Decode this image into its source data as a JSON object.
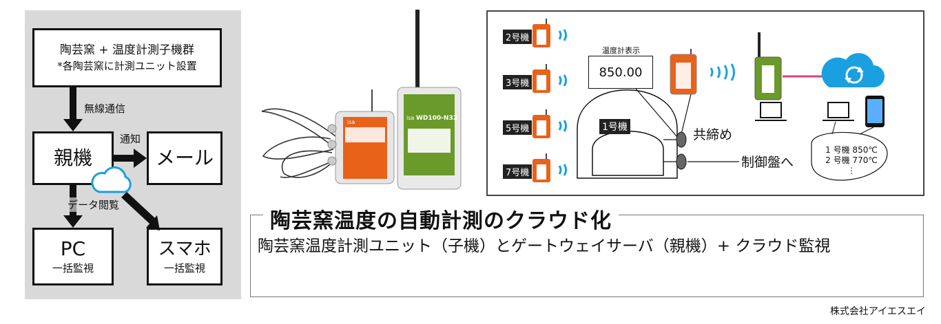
{
  "flow": {
    "kiln_box": {
      "line1": "陶芸窯 + 温度計測子機群",
      "line2": "*各陶芸窯に計測ユニット設置"
    },
    "wireless_label": "無線通信",
    "parent": "親機",
    "notify_label": "通知",
    "mail": "メール",
    "data_label": "データ閲覧",
    "pc": {
      "title": "PC",
      "sub": "一括監視"
    },
    "phone": {
      "title": "スマホ",
      "sub": "一括監視"
    }
  },
  "diagram": {
    "units": [
      "2号機",
      "3号機",
      "5号機",
      "7号機"
    ],
    "main_unit": "1号機",
    "temp_label": "温度計表示",
    "temp_value": "850.00",
    "tighten_label": "共締め",
    "control_label": "制御盤へ",
    "bubble_line1": "1 号機 850℃",
    "bubble_line2": "2 号機 770℃",
    "bubble_dots": "⋮"
  },
  "product": {
    "gateway_model": "WD100-N32",
    "gateway_brand": "isa",
    "unit_brand": "isa"
  },
  "heading": "陶芸窯温度の自動計測のクラウド化",
  "description": "陶芸窯温度計測ユニット（子機）とゲートウェイサーバ（親機）+ クラウド監視",
  "company": "株式会社アイエスエイ",
  "colors": {
    "orange": "#e8621a",
    "green": "#6a9a2a",
    "cloud_blue": "#1aa0e0",
    "pink_line": "#e0407a",
    "panel_gray": "#d9d9d9"
  }
}
